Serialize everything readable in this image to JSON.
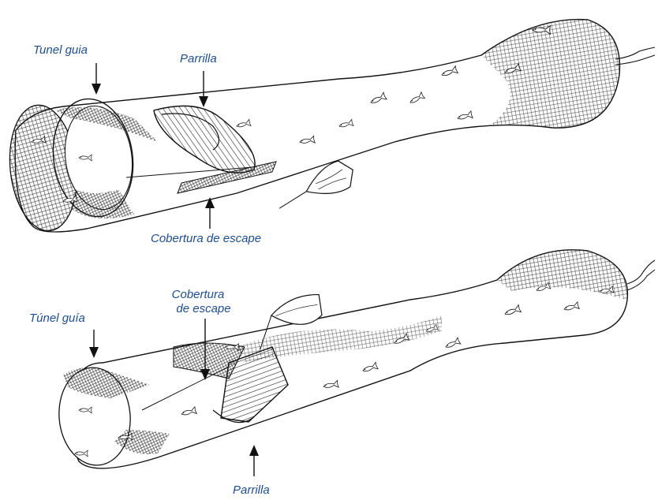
{
  "colors": {
    "label": "#1f4e8c",
    "line": "#111111",
    "net": "#2b2b2b",
    "background": "#ffffff"
  },
  "top_diagram": {
    "label_guide_tunnel": "Tunel guia",
    "label_grid": "Parrilla",
    "label_escape_cover": "Cobertura de escape"
  },
  "bottom_diagram": {
    "label_guide_tunnel": "Túnel guía",
    "label_escape_cover_line1": "Cobertura",
    "label_escape_cover_line2": "de escape",
    "label_grid": "Parrilla"
  },
  "icons": [
    "fish-icon",
    "ray-icon",
    "drawstring-icon",
    "arrow-down-icon",
    "arrow-up-icon"
  ]
}
